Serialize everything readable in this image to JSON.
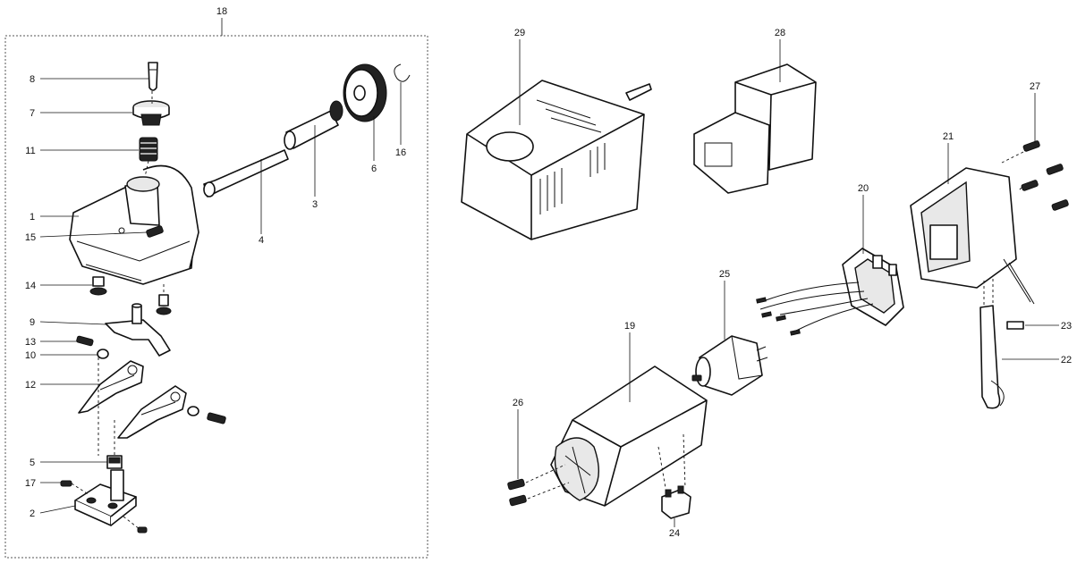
{
  "callouts": {
    "p1": "1",
    "p2": "2",
    "p3": "3",
    "p4": "4",
    "p5": "5",
    "p6": "6",
    "p7": "7",
    "p8": "8",
    "p9": "9",
    "p10": "10",
    "p11": "11",
    "p12": "12",
    "p13": "13",
    "p14": "14",
    "p15": "15",
    "p16": "16",
    "p17": "17",
    "p18": "18",
    "p19": "19",
    "p20": "20",
    "p21": "21",
    "p22": "22",
    "p23": "23",
    "p24": "24",
    "p25": "25",
    "p26": "26",
    "p27": "27",
    "p28": "28",
    "p29": "29"
  },
  "colors": {
    "line": "#111111",
    "background": "#ffffff",
    "frame": "#555555"
  }
}
